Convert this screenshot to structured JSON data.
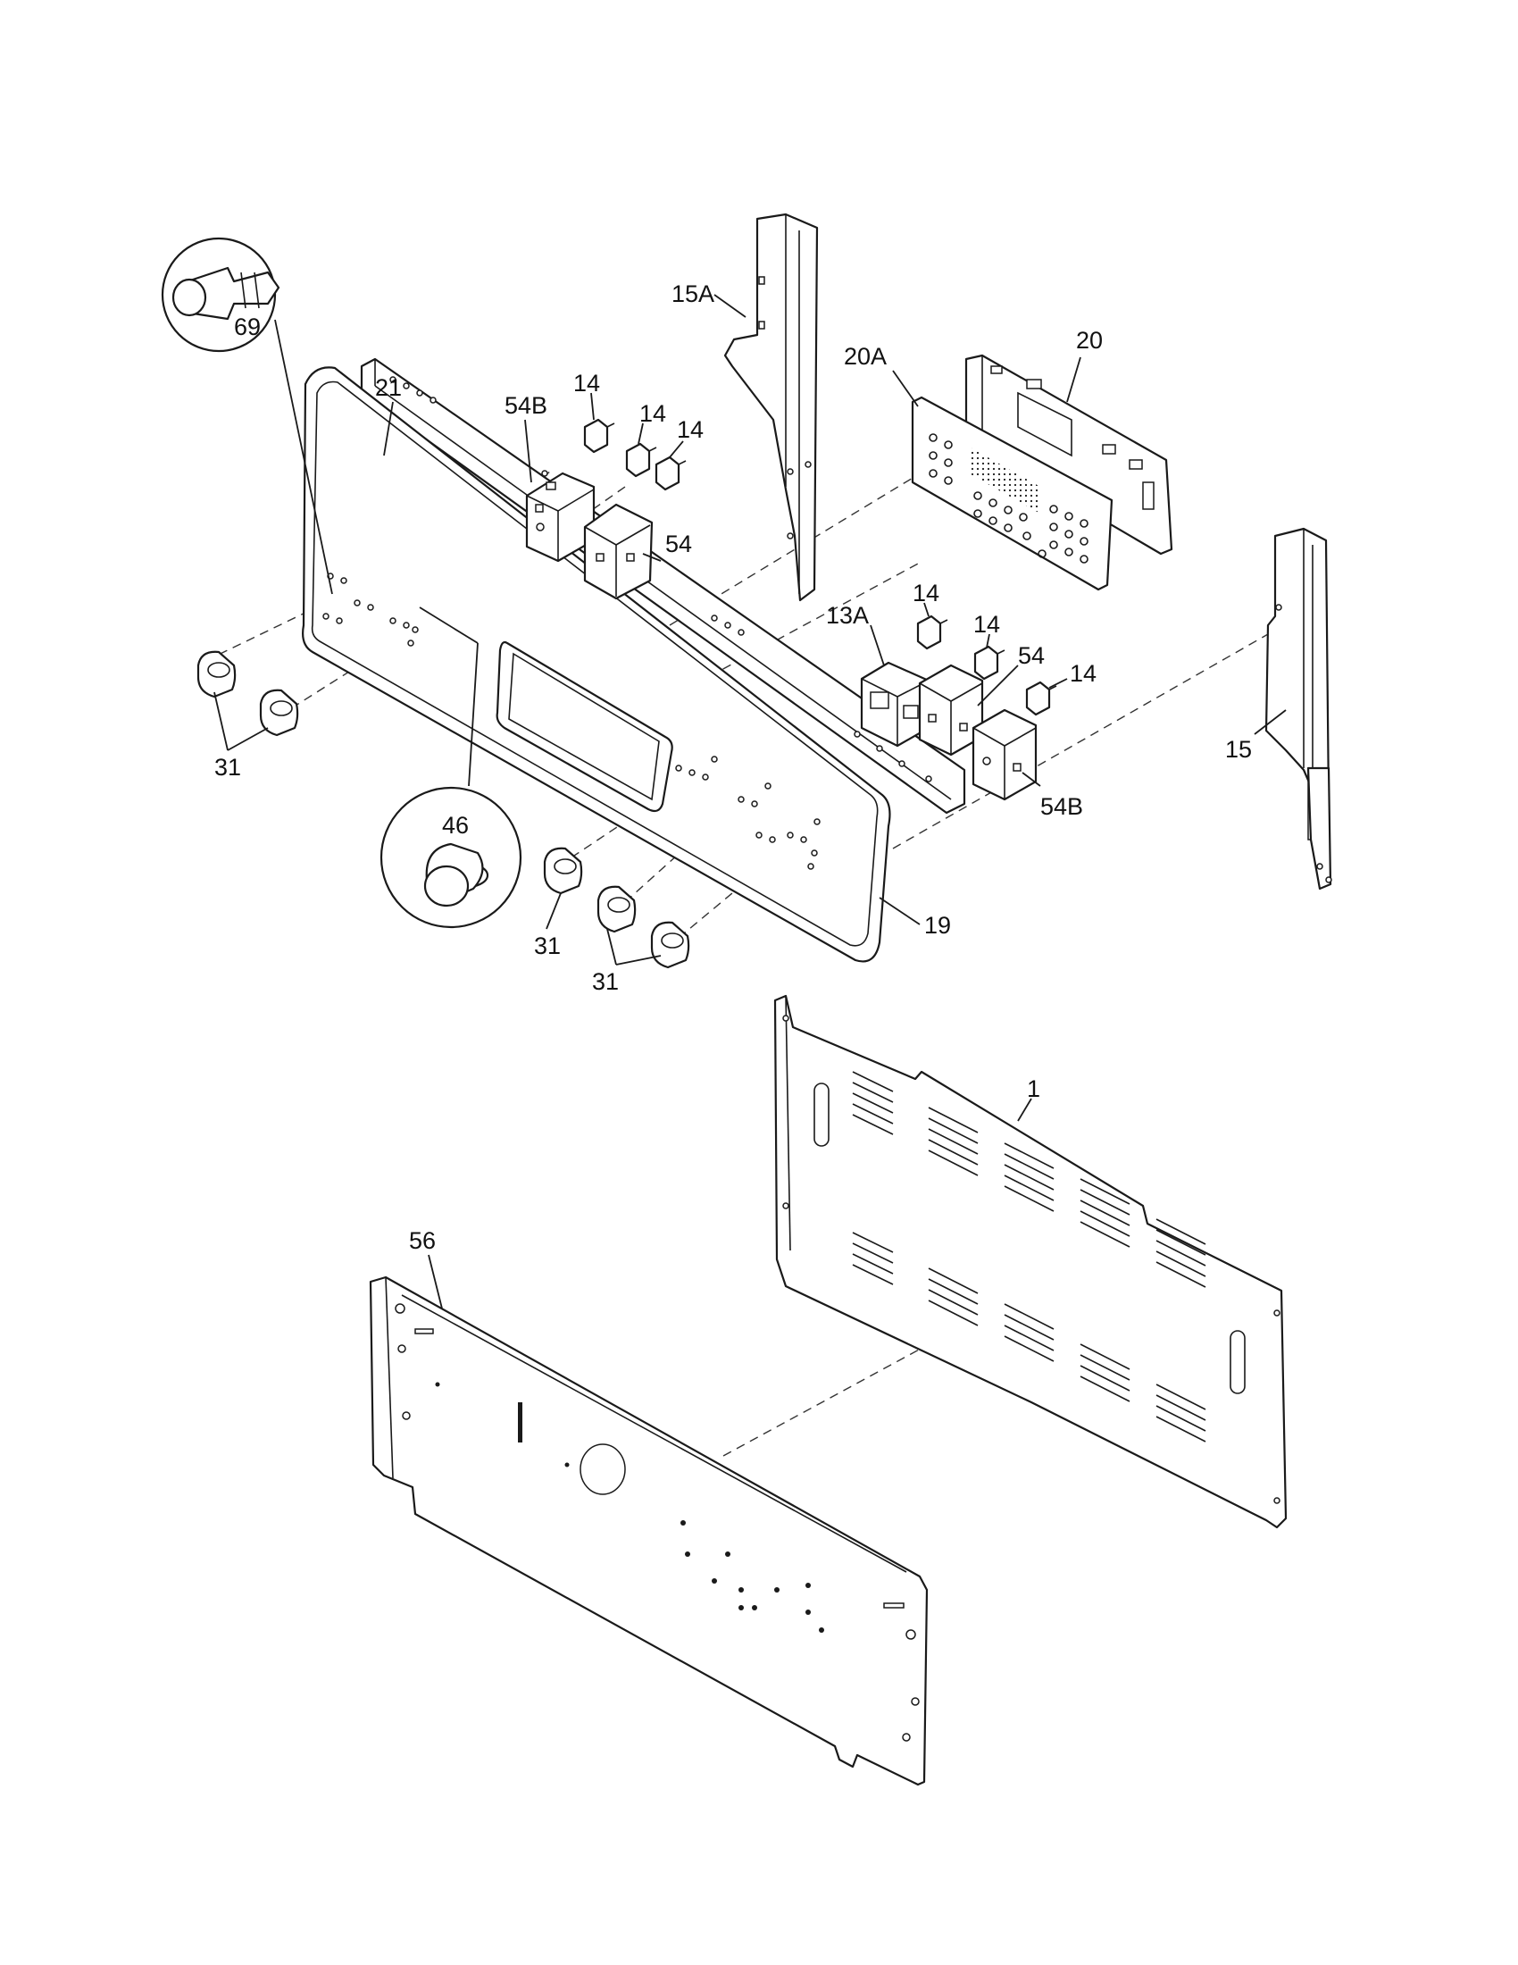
{
  "callouts": [
    {
      "id": "c15a",
      "text": "15A"
    },
    {
      "id": "c20",
      "text": "20"
    },
    {
      "id": "c20a",
      "text": "20A"
    },
    {
      "id": "c21",
      "text": "21"
    },
    {
      "id": "c54b_top",
      "text": "54B"
    },
    {
      "id": "c14_a",
      "text": "14"
    },
    {
      "id": "c14_b",
      "text": "14"
    },
    {
      "id": "c14_c",
      "text": "14"
    },
    {
      "id": "c69",
      "text": "69"
    },
    {
      "id": "c54_top",
      "text": "54"
    },
    {
      "id": "c14_d",
      "text": "14"
    },
    {
      "id": "c13a",
      "text": "13A"
    },
    {
      "id": "c14_e",
      "text": "14"
    },
    {
      "id": "c54_mid",
      "text": "54"
    },
    {
      "id": "c14_f",
      "text": "14"
    },
    {
      "id": "c15",
      "text": "15"
    },
    {
      "id": "c31_left",
      "text": "31"
    },
    {
      "id": "c54b_mid",
      "text": "54B"
    },
    {
      "id": "c46",
      "text": "46"
    },
    {
      "id": "c31_mid",
      "text": "31"
    },
    {
      "id": "c19",
      "text": "19"
    },
    {
      "id": "c31_low",
      "text": "31"
    },
    {
      "id": "c1",
      "text": "1"
    },
    {
      "id": "c56",
      "text": "56"
    }
  ]
}
